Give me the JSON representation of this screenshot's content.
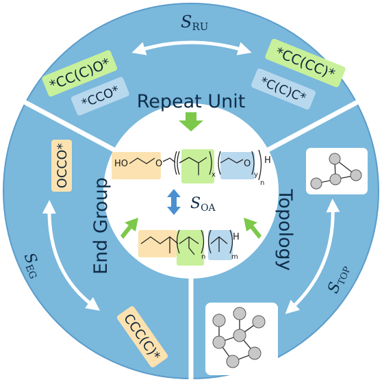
{
  "colors": {
    "ring": "#7ab8dc",
    "ring_dark": "#5b9ccb",
    "divider": "#ffffff",
    "center": "#ffffff",
    "green_box": "#c8f09a",
    "green_arrow": "#7cc84a",
    "blue_box": "#b8d8ee",
    "orange_box": "#fbe2b0",
    "blue_arrow": "#4a90d0",
    "text": "#0f2c47"
  },
  "sections": {
    "repeat_unit": {
      "title": "Repeat Unit",
      "smiles_a": "*CC(C)O*",
      "smiles_b": "*CCO*",
      "smiles_c": "*CC(CC)*",
      "smiles_d": "*C(C)C*",
      "measure_symbol": "S",
      "measure_sub": "RU"
    },
    "end_group": {
      "title": "End Group",
      "smiles_a": "OCCO*",
      "smiles_b": "CCC(C)*",
      "measure_symbol": "S",
      "measure_sub": "EG"
    },
    "topology": {
      "title": "Topology",
      "measure_symbol": "S",
      "measure_sub": "TOP"
    }
  },
  "center": {
    "measure_symbol": "S",
    "measure_sub": "OA",
    "polymer1": {
      "end_group": "HO",
      "oxygen": "O",
      "sub_x": "x",
      "sub_y": "y",
      "sub_n": "n",
      "terminal": "H"
    },
    "polymer2": {
      "sub_n": "n",
      "sub_m": "m",
      "terminal": "H"
    }
  },
  "icons": [
    "topology-graph-icon",
    "branched-graph-icon"
  ]
}
